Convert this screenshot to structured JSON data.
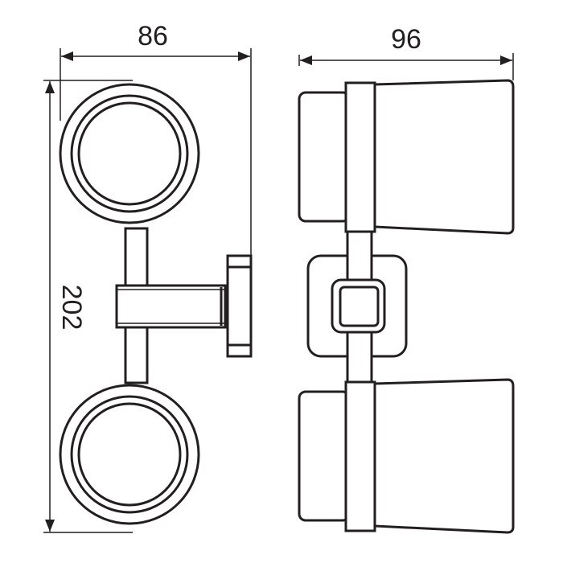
{
  "dimensions": {
    "front_width": "86",
    "side_width": "96",
    "height": "202"
  },
  "colors": {
    "line": "#231f20",
    "background": "#ffffff"
  }
}
